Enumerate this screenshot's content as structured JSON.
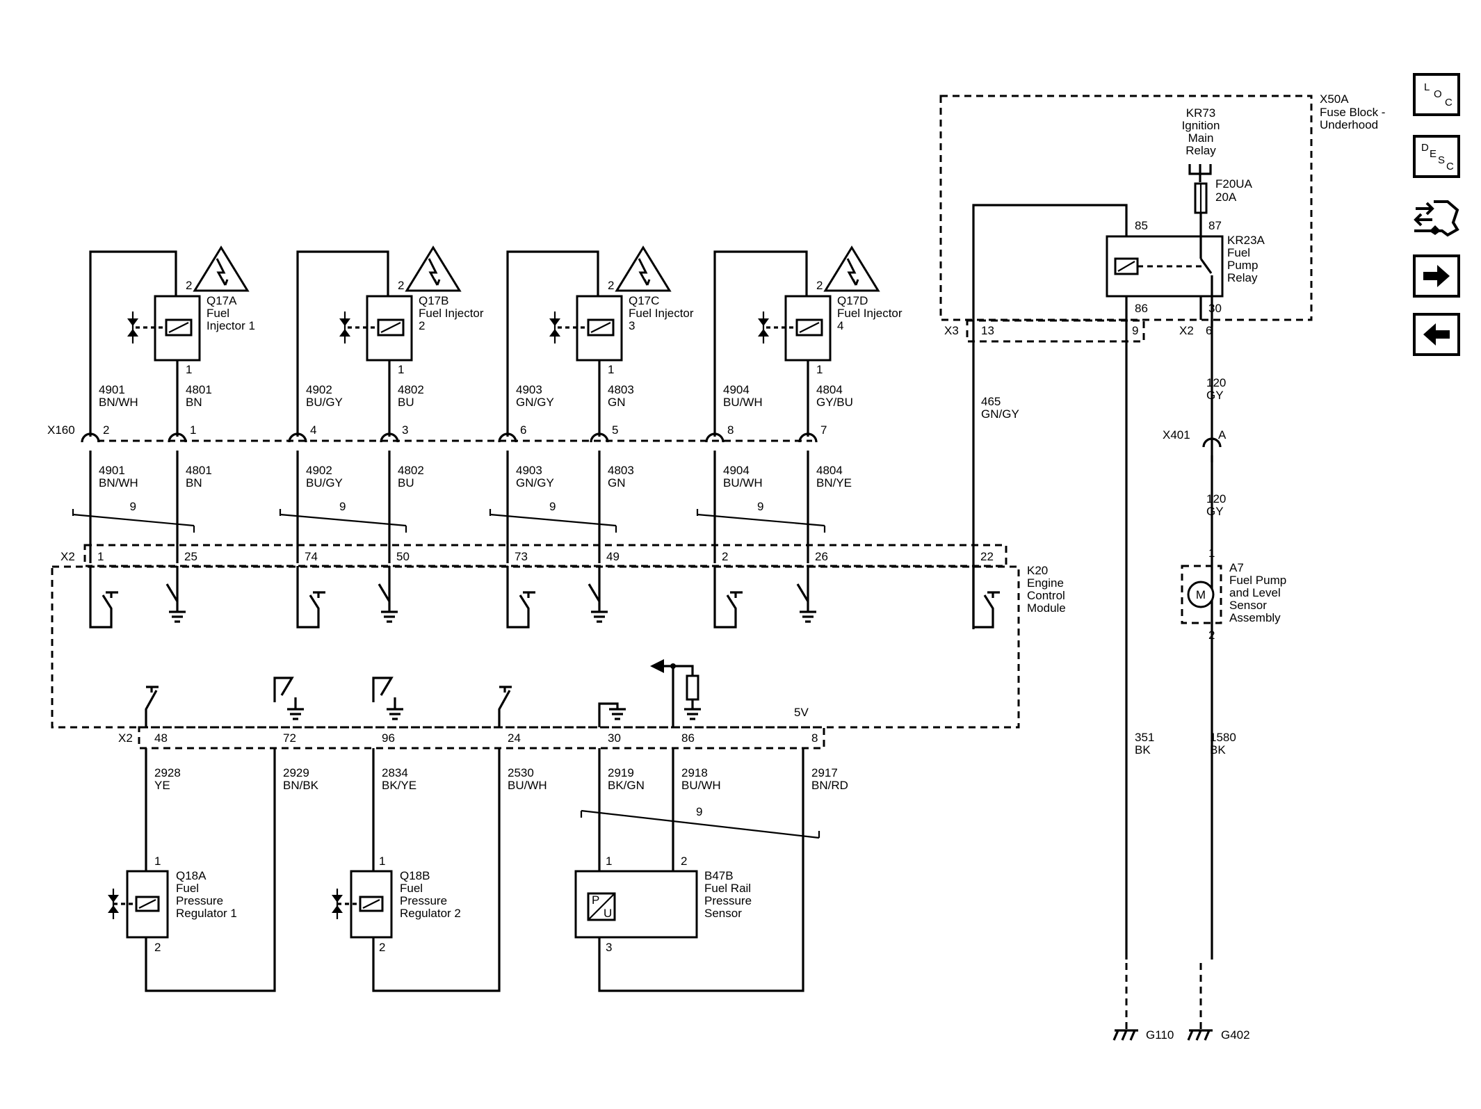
{
  "nav": {
    "loc": [
      "L",
      "O",
      "C"
    ],
    "desc": [
      "D",
      "E",
      "S",
      "C"
    ]
  },
  "modules": {
    "x50a": {
      "id": "X50A",
      "l1": "Fuse Block -",
      "l2": "Underhood"
    },
    "kr73": {
      "l1": "KR73",
      "l2": "Ignition",
      "l3": "Main",
      "l4": "Relay"
    },
    "f20ua": {
      "l1": "F20UA",
      "l2": "20A"
    },
    "kr23a": {
      "l1": "KR23A",
      "l2": "Fuel",
      "l3": "Pump",
      "l4": "Relay"
    },
    "k20": {
      "l1": "K20",
      "l2": "Engine",
      "l3": "Control",
      "l4": "Module"
    },
    "a7": {
      "l1": "A7",
      "l2": "Fuel Pump",
      "l3": "and Level",
      "l4": "Sensor",
      "l5": "Assembly",
      "m": "M"
    },
    "q17a": {
      "l1": "Q17A",
      "l2": "Fuel",
      "l3": "Injector 1"
    },
    "q17b": {
      "l1": "Q17B",
      "l2": "Fuel Injector",
      "l3": "2"
    },
    "q17c": {
      "l1": "Q17C",
      "l2": "Fuel Injector",
      "l3": "3"
    },
    "q17d": {
      "l1": "Q17D",
      "l2": "Fuel Injector",
      "l3": "4"
    },
    "q18a": {
      "l1": "Q18A",
      "l2": "Fuel",
      "l3": "Pressure",
      "l4": "Regulator 1"
    },
    "q18b": {
      "l1": "Q18B",
      "l2": "Fuel",
      "l3": "Pressure",
      "l4": "Regulator 2"
    },
    "b47b": {
      "l1": "B47B",
      "l2": "Fuel Rail",
      "l3": "Pressure",
      "l4": "Sensor",
      "p": "P",
      "u": "U"
    }
  },
  "connectors": {
    "x160": "X160",
    "x401": "X401",
    "x2_top": "X2",
    "x2_bottom": "X2",
    "x3": "X3",
    "x2_relay": "X2"
  },
  "pins": {
    "inj_top": [
      "2",
      "2",
      "2",
      "2"
    ],
    "inj_bottom": [
      "1",
      "1",
      "1",
      "1"
    ],
    "x160": [
      "2",
      "1",
      "4",
      "3",
      "6",
      "5",
      "8",
      "7"
    ],
    "k20_top": [
      "1",
      "25",
      "74",
      "50",
      "73",
      "49",
      "2",
      "26",
      "22"
    ],
    "k20_bottom": [
      "48",
      "72",
      "96",
      "24",
      "30",
      "86",
      "8"
    ],
    "relay": {
      "p85": "85",
      "p87": "87",
      "p86": "86",
      "p30": "30",
      "x3_13": "13",
      "x3_9": "9",
      "x2_6": "6"
    },
    "x401_a": "A",
    "a7_1": "1",
    "a7_2": "2",
    "q18a_1": "1",
    "q18a_2": "2",
    "q18b_1": "1",
    "q18b_2": "2",
    "b47b_1": "1",
    "b47b_2": "2",
    "b47b_3": "3",
    "fivev": "5V"
  },
  "circuits": {
    "upper": [
      {
        "num": "4901",
        "color": "BN/WH"
      },
      {
        "num": "4801",
        "color": "BN"
      },
      {
        "num": "4902",
        "color": "BU/GY"
      },
      {
        "num": "4802",
        "color": "BU"
      },
      {
        "num": "4903",
        "color": "GN/GY"
      },
      {
        "num": "4803",
        "color": "GN"
      },
      {
        "num": "4904",
        "color": "BU/WH"
      },
      {
        "num": "4804",
        "color": "GY/BU"
      }
    ],
    "lower": [
      {
        "num": "4901",
        "color": "BN/WH"
      },
      {
        "num": "4801",
        "color": "BN"
      },
      {
        "num": "4902",
        "color": "BU/GY"
      },
      {
        "num": "4802",
        "color": "BU"
      },
      {
        "num": "4903",
        "color": "GN/GY"
      },
      {
        "num": "4803",
        "color": "GN"
      },
      {
        "num": "4904",
        "color": "BU/WH"
      },
      {
        "num": "4804",
        "color": "BN/YE"
      }
    ],
    "twist": [
      "9",
      "9",
      "9",
      "9",
      "9"
    ],
    "bottom": [
      {
        "num": "2928",
        "color": "YE"
      },
      {
        "num": "2929",
        "color": "BN/BK"
      },
      {
        "num": "2834",
        "color": "BK/YE"
      },
      {
        "num": "2530",
        "color": "BU/WH"
      },
      {
        "num": "2919",
        "color": "BK/GN"
      },
      {
        "num": "2918",
        "color": "BU/WH"
      },
      {
        "num": "2917",
        "color": "BN/RD"
      }
    ],
    "c465": {
      "num": "465",
      "color": "GN/GY"
    },
    "c120a": {
      "num": "120",
      "color": "GY"
    },
    "c120b": {
      "num": "120",
      "color": "GY"
    },
    "c351": {
      "num": "351",
      "color": "BK"
    },
    "c1580": {
      "num": "1580",
      "color": "BK"
    }
  },
  "grounds": {
    "g110": "G110",
    "g402": "G402"
  }
}
